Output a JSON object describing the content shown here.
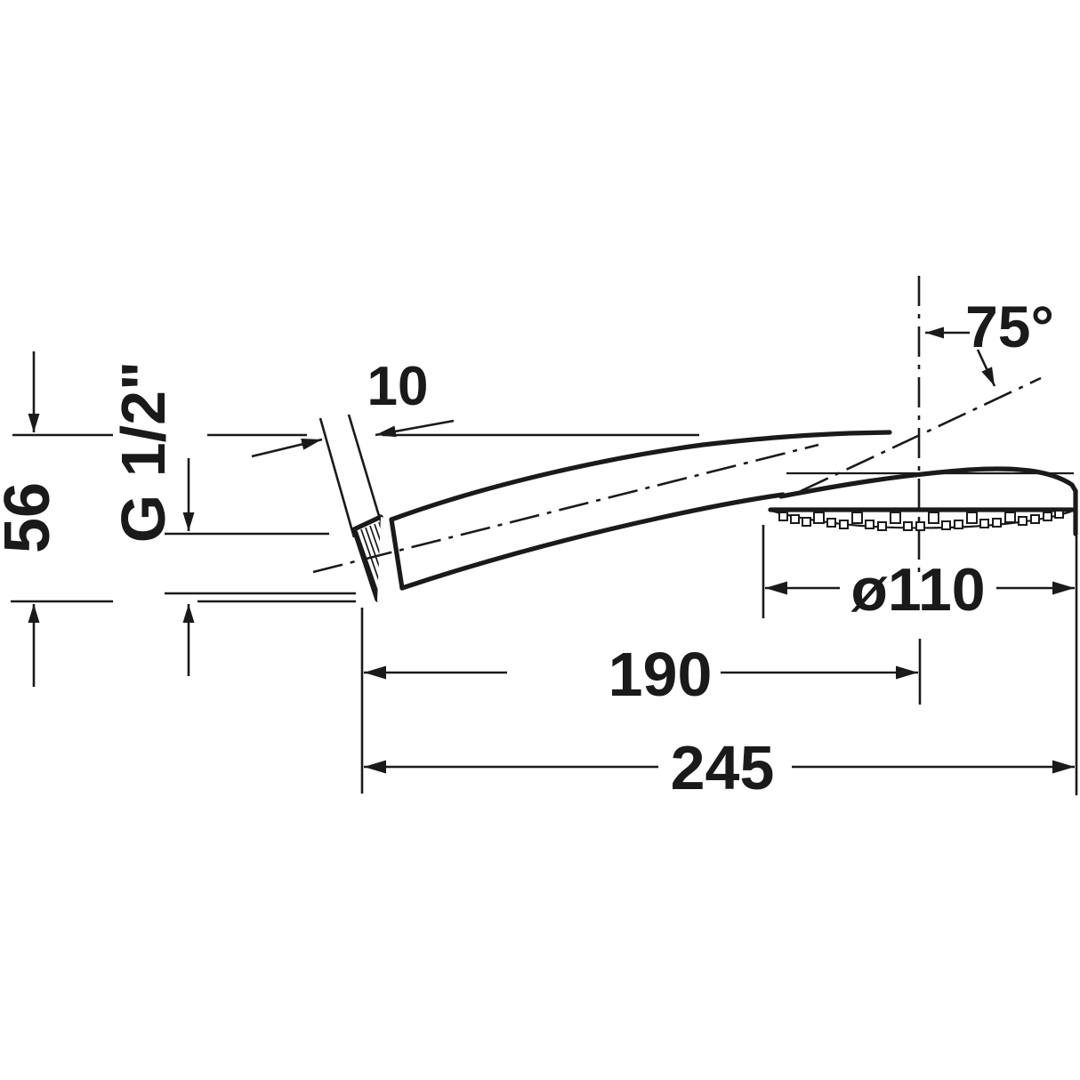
{
  "drawing": {
    "title": "Hand shower technical dimension drawing",
    "units": "mm",
    "line_color": "#1a1a1a",
    "background_color": "#ffffff"
  },
  "dimensions": {
    "height_56": {
      "label": "56",
      "description": "overall handle height",
      "orientation": "vertical",
      "rotated_text": true
    },
    "thread_g12": {
      "label": "G 1/2\"",
      "description": "inlet thread size",
      "orientation": "vertical",
      "rotated_text": true
    },
    "thread_length_10": {
      "label": "10",
      "description": "thread length",
      "orientation": "angled"
    },
    "spray_angle_75": {
      "label": "75°",
      "description": "spray face angle to vertical centerline"
    },
    "head_diameter_110": {
      "label": "ø110",
      "description": "shower head face diameter"
    },
    "length_190": {
      "label": "190",
      "description": "length from thread end to head centerline"
    },
    "length_245": {
      "label": "245",
      "description": "overall length"
    }
  },
  "features": {
    "threaded_inlet": "threaded-connector",
    "handle": "shower-handle-body",
    "spray_face": "spray-nozzle-face",
    "head": "shower-head"
  }
}
